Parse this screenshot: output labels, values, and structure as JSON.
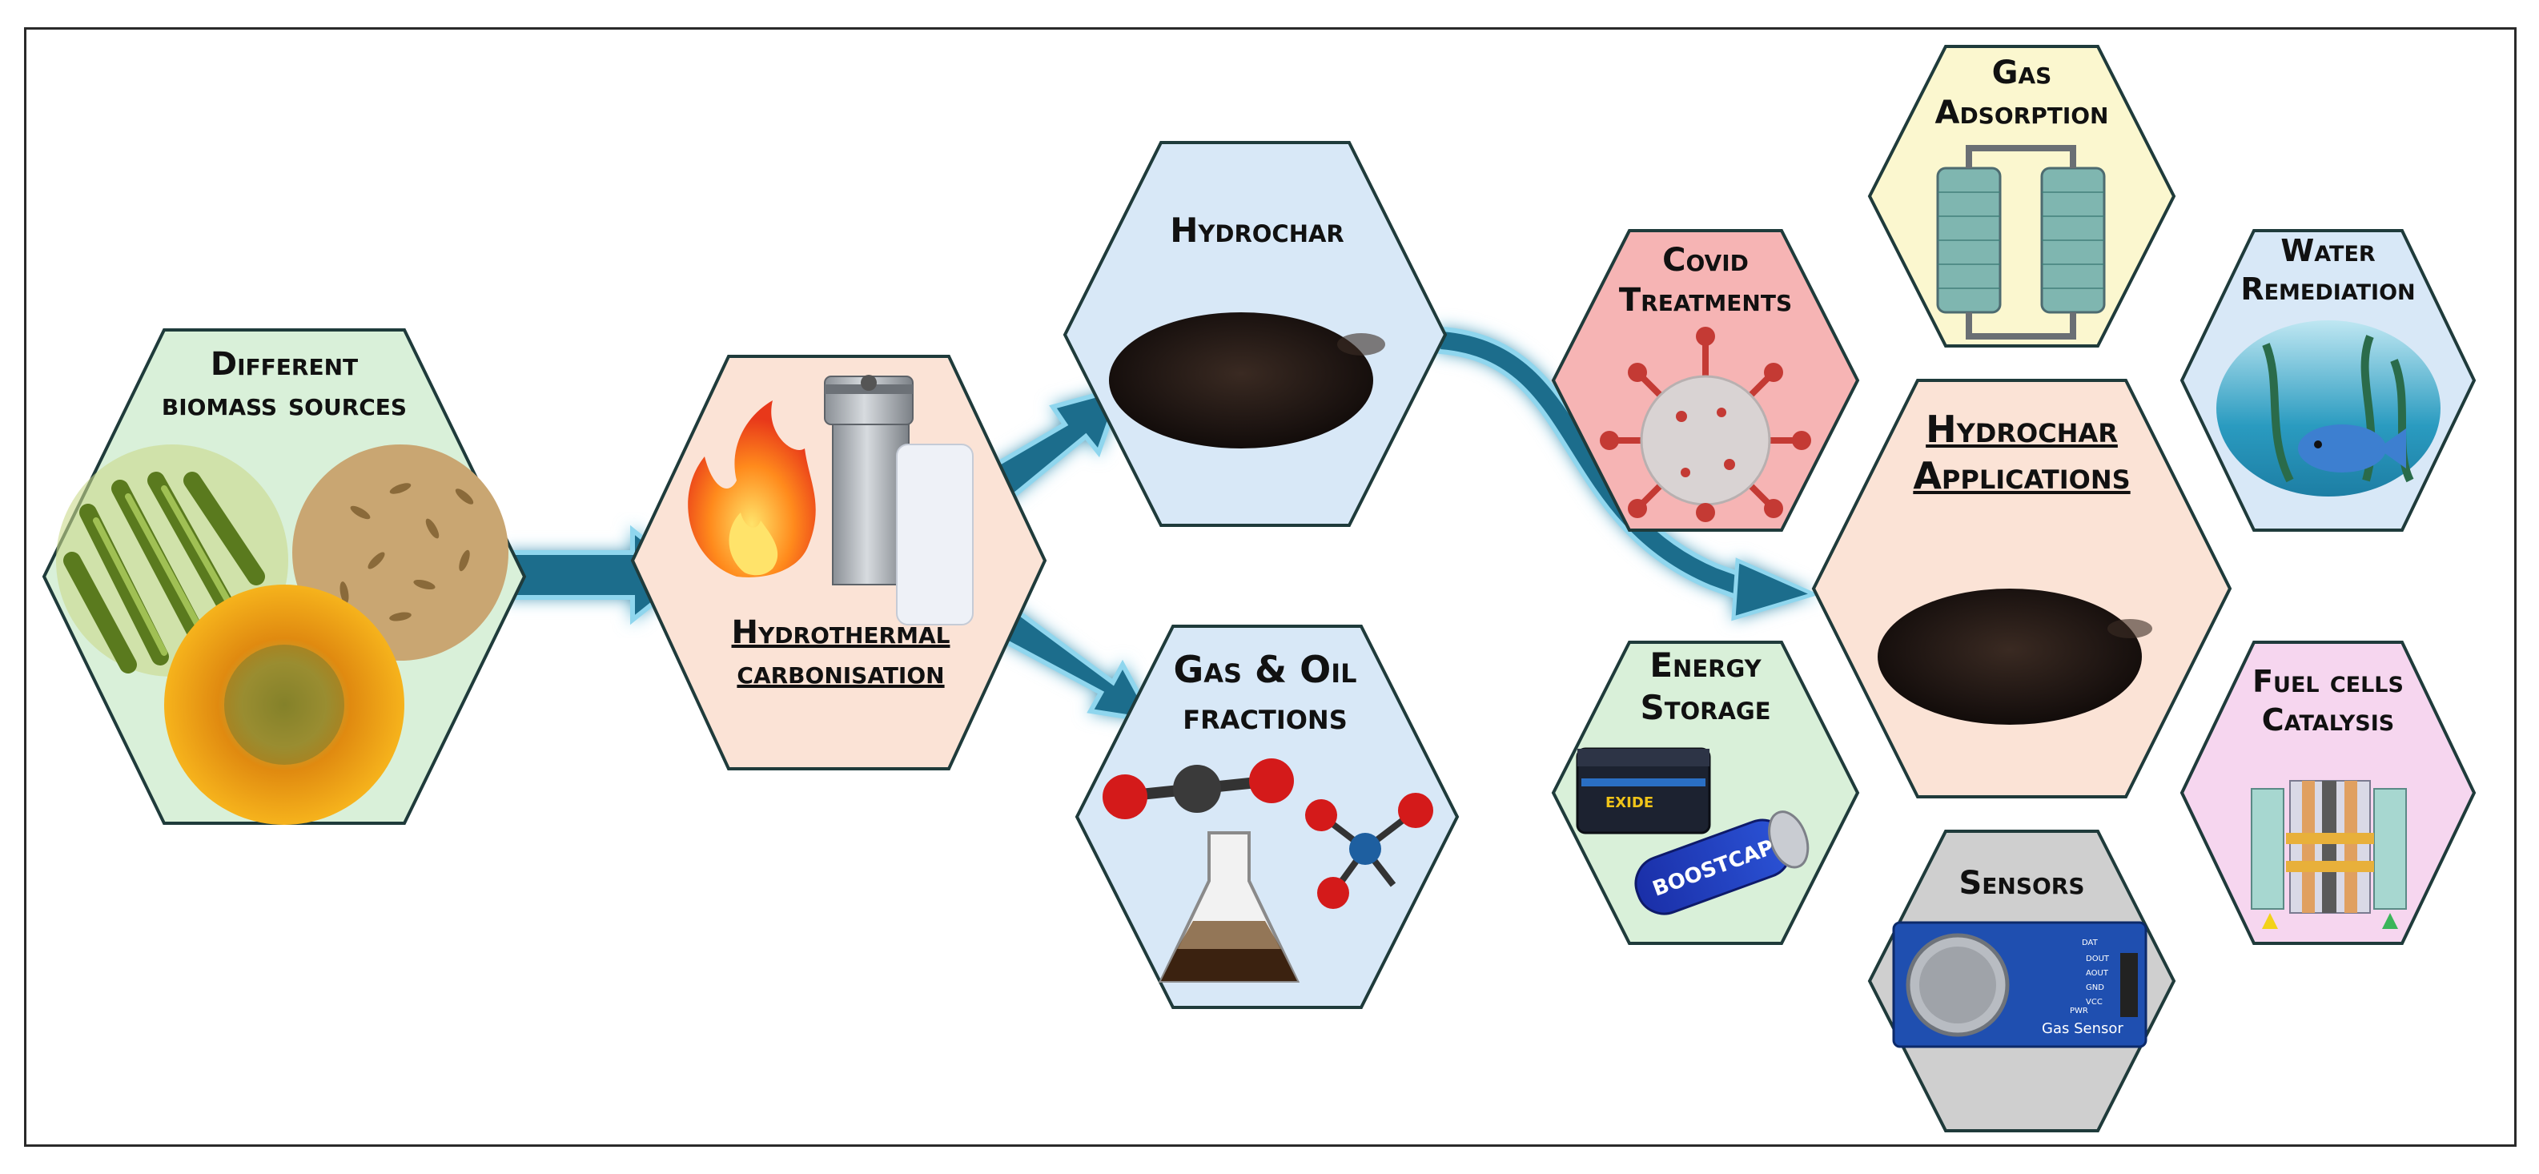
{
  "colors": {
    "hex_stroke": "#1f3b3b",
    "arrow": "#1b6d8c",
    "arrow_glow": "#8fd6ee",
    "green_fill": "#d9f0d9",
    "peach_fill": "#fbe3d6",
    "blue_fill": "#d8e8f7",
    "red_fill": "#f6b4b4",
    "yellow_fill": "#fbf7cf",
    "pink_fill": "#f6d6ef",
    "gray_fill": "#cfcfcf"
  },
  "nodes": {
    "biomass": {
      "line1": "Different",
      "line2": "biomass sources",
      "icons": [
        "sugarcane-image",
        "rice-husk-image",
        "sunflower-image"
      ]
    },
    "htc": {
      "line1": "Hydrothermal",
      "line2": "carbonisation",
      "icons": [
        "flame-icon",
        "reactor-vessel-image"
      ]
    },
    "hydrochar": {
      "line1": "Hydrochar",
      "icons": [
        "char-powder-image"
      ]
    },
    "gas_oil": {
      "line1": "Gas & Oil",
      "line2": "fractions",
      "icons": [
        "co2-molecule-icon",
        "flask-icon",
        "molecule-icon"
      ]
    },
    "covid": {
      "line1": "Covid",
      "line2": "Treatments",
      "icons": [
        "virus-icon"
      ]
    },
    "gas_ads": {
      "line1": "Gas",
      "line2": "Adsorption",
      "icons": [
        "adsorption-columns-image"
      ]
    },
    "water": {
      "line1": "Water",
      "line2": "Remediation",
      "icons": [
        "water-fish-image"
      ]
    },
    "applications": {
      "line1": "Hydrochar",
      "line2": "Applications",
      "icons": [
        "char-powder-image"
      ]
    },
    "energy": {
      "line1": "Energy",
      "line2": "Storage",
      "icons": [
        "battery-image",
        "supercapacitor-image"
      ]
    },
    "fuel": {
      "line1": "Fuel cells",
      "line2": "Catalysis",
      "icons": [
        "fuel-cell-image"
      ]
    },
    "sensors": {
      "line1": "Sensors",
      "icons": [
        "gas-sensor-board-image"
      ]
    }
  },
  "images_text": {
    "battery_brand": "EXIDE",
    "capacitor_brand": "BOOSTCAP",
    "sensor_board_label": "Gas Sensor",
    "sensor_pins": [
      "DAT",
      "DOUT",
      "AOUT",
      "GND",
      "VCC"
    ],
    "sensor_pwr": "PWR"
  }
}
